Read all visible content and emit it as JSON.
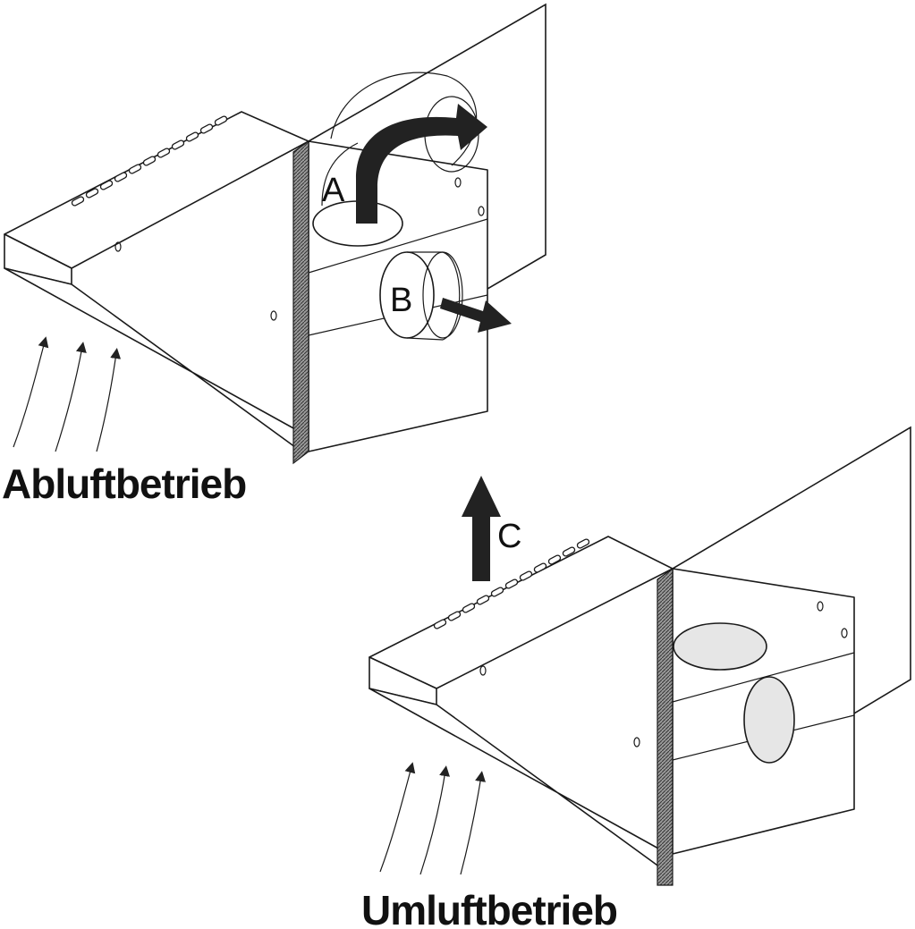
{
  "top_mode_label": "Abluftbetrieb",
  "bottom_mode_label": "Umluftbetrieb",
  "ports": {
    "a": "A",
    "b": "B",
    "c": "C"
  },
  "colors": {
    "line": "#1a1a1a",
    "arrow_fill": "#222222",
    "port_fill": "#e6e6e6",
    "background": "#ffffff"
  }
}
